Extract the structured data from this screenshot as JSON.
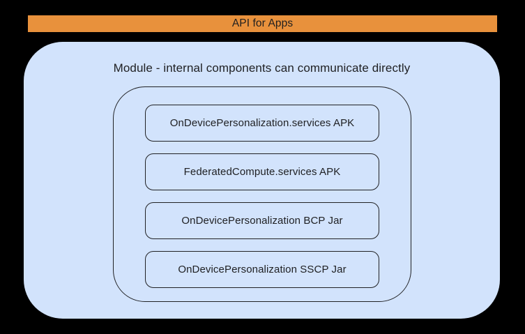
{
  "colors": {
    "page_bg": "#000000",
    "banner_bg": "#E8913C",
    "banner_text": "#1F1F1F",
    "module_bg": "#D2E3FC",
    "outline": "#202124",
    "text": "#202124"
  },
  "banner": {
    "label": "API for Apps"
  },
  "module": {
    "title": "Module - internal components can communicate directly",
    "components": [
      {
        "label": "OnDevicePersonalization.services APK"
      },
      {
        "label": "FederatedCompute.services APK"
      },
      {
        "label": "OnDevicePersonalization BCP Jar"
      },
      {
        "label": "OnDevicePersonalization SSCP Jar"
      }
    ]
  }
}
